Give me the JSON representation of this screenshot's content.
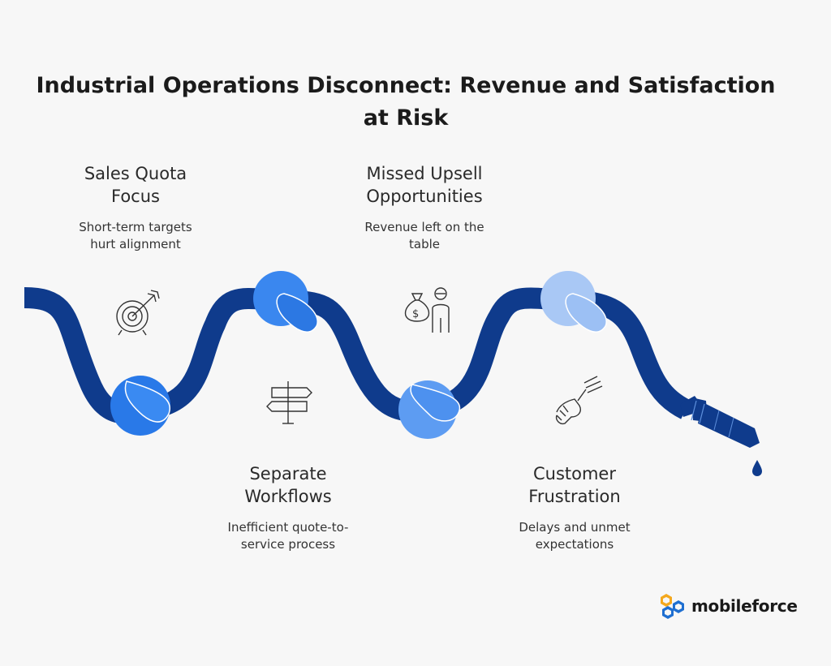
{
  "title": "Industrial Operations Disconnect: Revenue and Satisfaction\nat Risk",
  "steps": [
    {
      "heading": "Sales Quota\nFocus",
      "description": "Short-term targets\nhurt alignment",
      "icon": "target-icon"
    },
    {
      "heading": "Missed Upsell\nOpportunities",
      "description": "Revenue left on the\ntable",
      "icon": "money-bag-person-icon"
    },
    {
      "heading": "Separate\nWorkflows",
      "description": "Inefficient quote-to-\nservice process",
      "icon": "signpost-icon"
    },
    {
      "heading": "Customer\nFrustration",
      "description": "Delays and unmet\nexpectations",
      "icon": "hand-fork-icon"
    }
  ],
  "logo": {
    "text": "mobileforce",
    "icon": "mobileforce-logo-icon"
  },
  "colors": {
    "hose": "#0f3b8c",
    "knot1": "#2979e8",
    "knot2": "#3f8af0",
    "knot3": "#5d9cf2",
    "knot4": "#a9c8f5",
    "logo_orange": "#f4a81d",
    "logo_blue": "#1f6fd1"
  }
}
